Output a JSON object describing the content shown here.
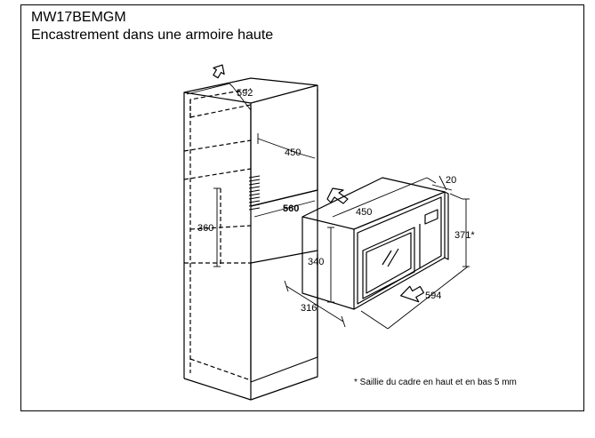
{
  "header": {
    "model": "MW17BEMGM",
    "subtitle": "Encastrement dans une armoire haute"
  },
  "dimensions": {
    "cabinet_width": "592",
    "niche_depth": "450",
    "niche_width": "560",
    "niche_height": "360",
    "oven_depth": "450",
    "oven_frame": "20",
    "oven_height_body": "340",
    "oven_height_total": "371*",
    "oven_width": "594",
    "oven_depth_body": "316"
  },
  "footnote": "* Saillie du cadre en haut et en bas 5 mm",
  "icons": {
    "vent_up": "arrow-up-outline-icon",
    "insert_arrow": "arrow-diagonal-outline-icon",
    "push_arrow": "arrow-diagonal-outline-icon"
  }
}
